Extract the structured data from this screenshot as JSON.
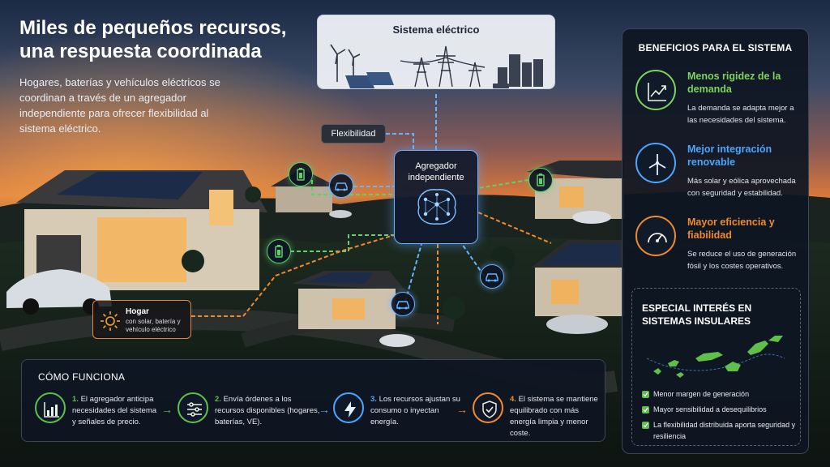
{
  "headline": {
    "title_line1": "Miles de pequeños recursos,",
    "title_line2": "una respuesta coordinada",
    "subtitle": "Hogares, baterías y vehículos eléctricos se coordinan a través de un agregador independiente para ofrecer flexibilidad al sistema eléctrico."
  },
  "system_card": {
    "title": "Sistema eléctrico",
    "icons": [
      "wind-turbine-icon",
      "solar-panel-icon",
      "power-tower-icon",
      "city-icon",
      "battery-icon"
    ]
  },
  "flex_tag": "Flexibilidad",
  "aggregator": {
    "line1": "Agregador",
    "line2": "independiente",
    "icon": "brain-network-icon"
  },
  "home_tag": {
    "title": "Hogar",
    "desc": "con solar, batería y vehículo eléctrico",
    "icon": "sun-icon"
  },
  "nodes": [
    {
      "icon": "battery-icon",
      "color": "green"
    },
    {
      "icon": "car-icon",
      "color": "blue"
    },
    {
      "icon": "battery-icon",
      "color": "green"
    },
    {
      "icon": "battery-icon",
      "color": "green"
    },
    {
      "icon": "car-icon",
      "color": "blue"
    },
    {
      "icon": "car-icon",
      "color": "blue"
    }
  ],
  "benefits": {
    "title": "BENEFICIOS PARA EL SISTEMA",
    "items": [
      {
        "title": "Menos rigidez de la demanda",
        "desc": "La demanda se adapta mejor a las necesidades del sistema.",
        "color": "#7fd35a",
        "icon": "trend-chart-icon"
      },
      {
        "title": "Mejor integración renovable",
        "desc": "Más solar y eólica aprovechada con seguridad y estabilidad.",
        "color": "#4aa6ff",
        "icon": "wind-turbine-icon"
      },
      {
        "title": "Mayor eficiencia y fiabilidad",
        "desc": "Se reduce el uso de generación fósil y los costes operativos.",
        "color": "#f08a2e",
        "icon": "gauge-icon"
      }
    ],
    "insular": {
      "title": "ESPECIAL INTERÉS EN SISTEMAS INSULARES",
      "checks": [
        "Menor margen de generación",
        "Mayor sensibilidad a desequilibrios",
        "La flexibilidad distribuida aporta seguridad y resiliencia"
      ]
    }
  },
  "how": {
    "title": "CÓMO FUNCIONA",
    "steps": [
      {
        "num": "1.",
        "text": "El agregador anticipa necesidades del sistema y señales de precio.",
        "color": "#5fbf4a",
        "icon": "bar-chart-icon"
      },
      {
        "num": "2.",
        "text": "Envía órdenes a los recursos disponibles (hogares, baterías, VE).",
        "color": "#5fbf4a",
        "icon": "sliders-icon"
      },
      {
        "num": "3.",
        "text": "Los recursos ajustan su consumo o inyectan energía.",
        "color": "#4aa6ff",
        "icon": "lightning-icon"
      },
      {
        "num": "4.",
        "text": "El sistema se mantiene equilibrado con más energía limpia y menor coste.",
        "color": "#f08a2e",
        "icon": "shield-check-icon"
      }
    ]
  },
  "colors": {
    "green": "#5fd06a",
    "blue": "#67b3ff",
    "orange": "#f08a2e",
    "panel": "#0e1622"
  }
}
